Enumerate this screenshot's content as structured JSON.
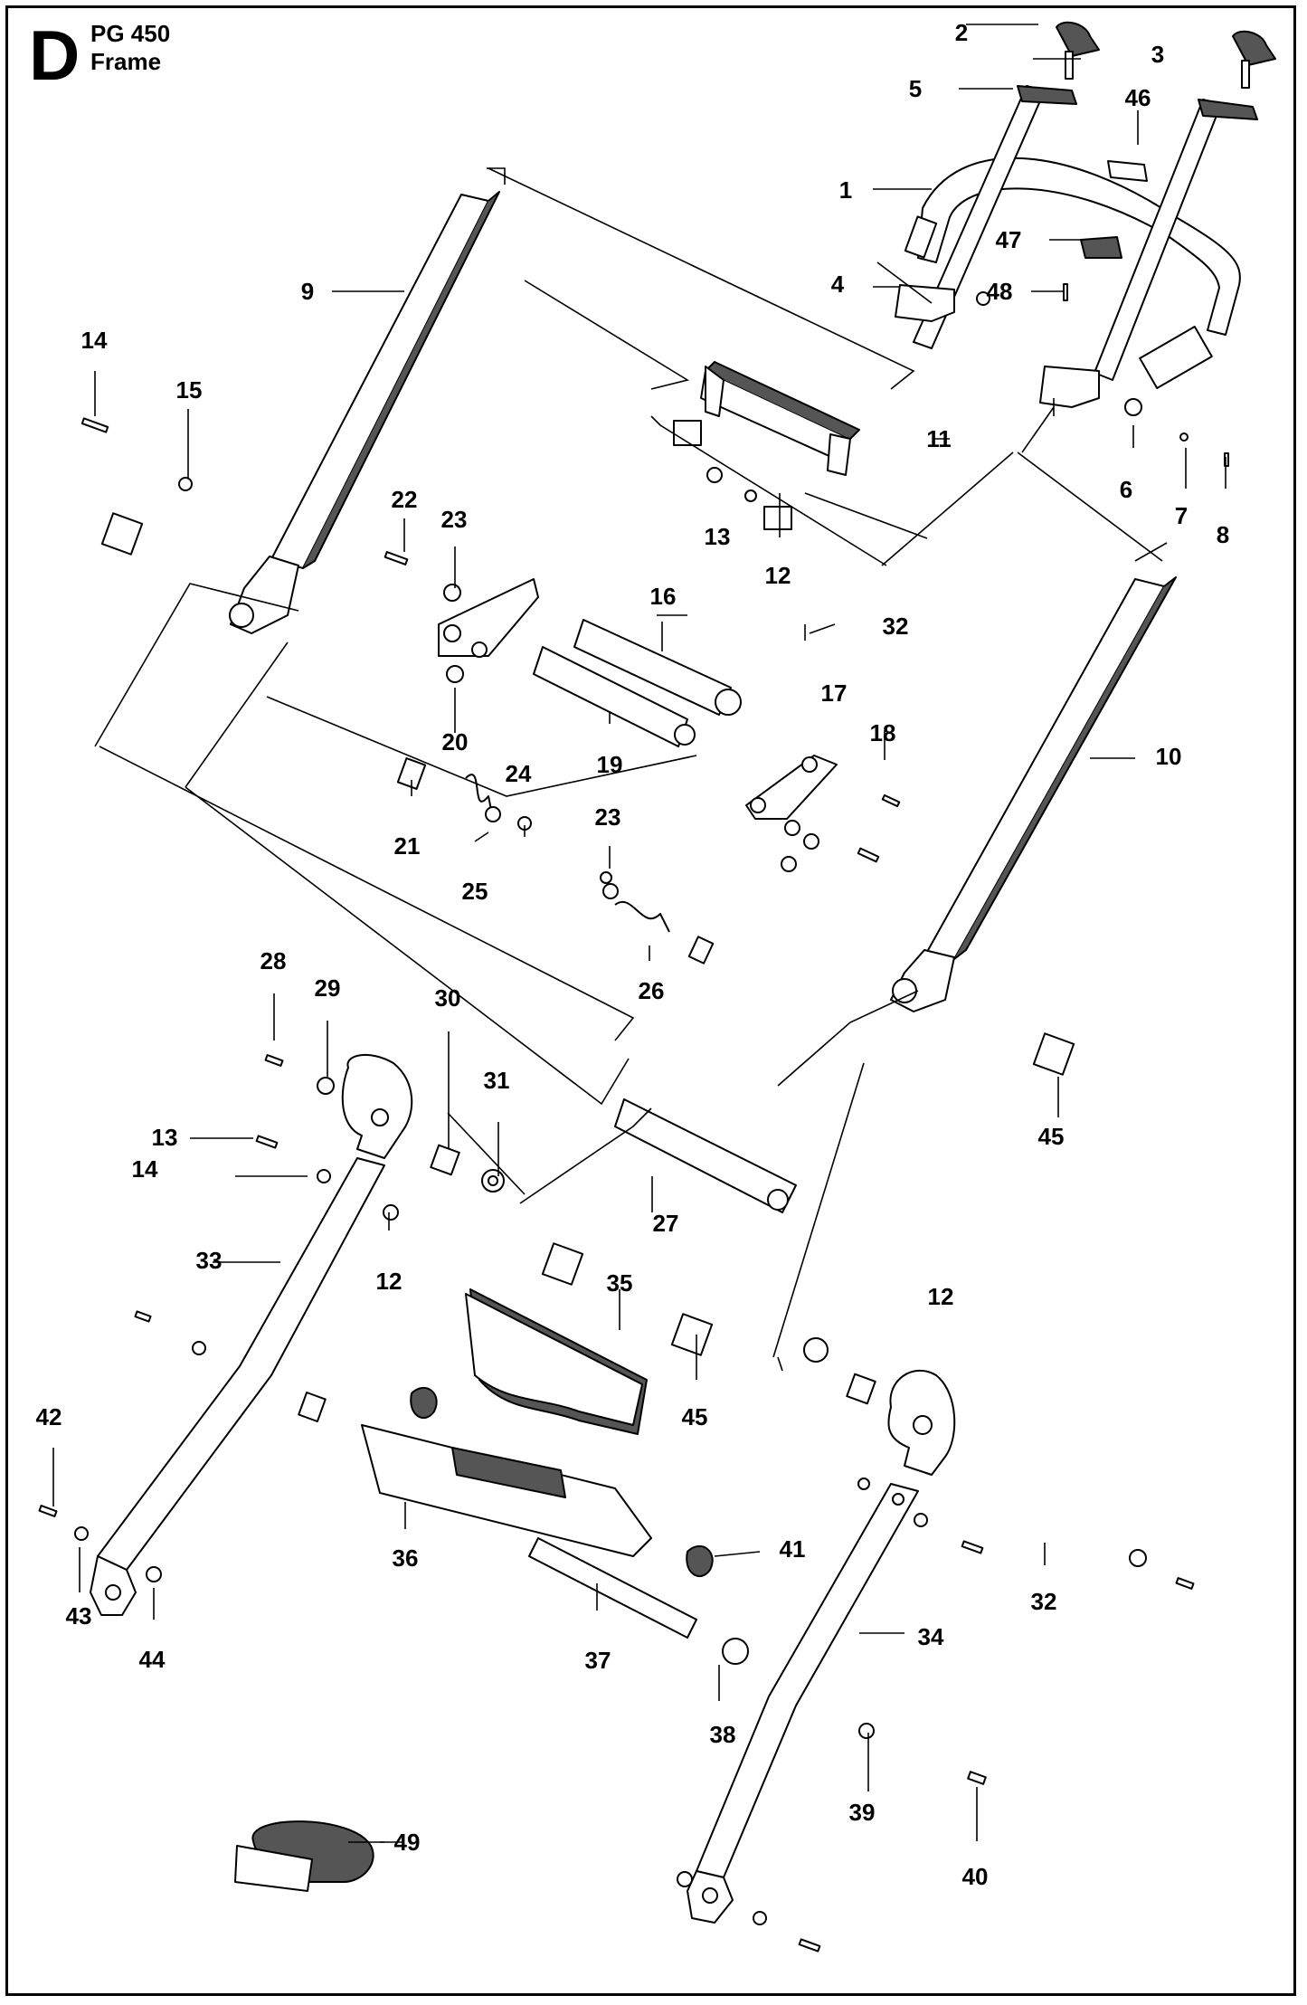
{
  "header": {
    "section_letter": "D",
    "model": "PG 450",
    "title": "Frame"
  },
  "part_labels": [
    "1",
    "2",
    "3",
    "4",
    "5",
    "6",
    "7",
    "8",
    "9",
    "10",
    "11",
    "12",
    "12",
    "12",
    "13",
    "13",
    "14",
    "14",
    "15",
    "16",
    "17",
    "18",
    "19",
    "20",
    "21",
    "22",
    "23",
    "23",
    "24",
    "25",
    "26",
    "27",
    "28",
    "29",
    "30",
    "31",
    "32",
    "32",
    "33",
    "34",
    "35",
    "36",
    "37",
    "38",
    "39",
    "40",
    "41",
    "42",
    "43",
    "44",
    "45",
    "45",
    "46",
    "47",
    "48",
    "49"
  ],
  "colors": {
    "line": "#000000",
    "part_fill": "#ffffff",
    "shade": "#555555"
  }
}
